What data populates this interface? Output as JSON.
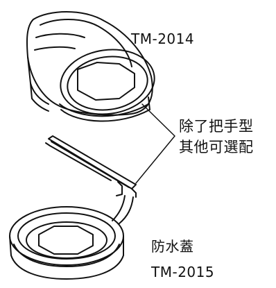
{
  "labels": {
    "top_model": "TM-2014",
    "note_line1": "除了把手型",
    "note_line2": "其他可選配",
    "bottom_name": "防水蓋",
    "bottom_model": "TM-2015"
  },
  "colors": {
    "ink": "#111111",
    "background": "#ffffff"
  }
}
